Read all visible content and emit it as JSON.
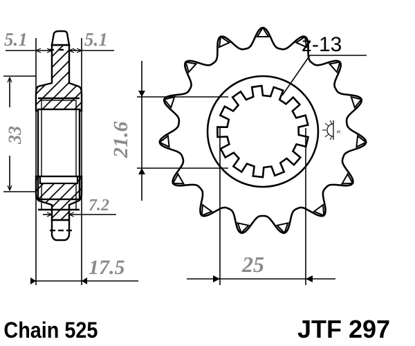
{
  "drawing": {
    "type": "sprocket technical drawing",
    "side_view": {
      "dim_left_width": "5.1",
      "dim_right_width": "5.1",
      "dim_hub_height": "33",
      "dim_tooth_width": "7.2",
      "dim_total_width": "17.5"
    },
    "front_view": {
      "teeth_label": "z-13",
      "outer_teeth_count": 15,
      "spline_teeth_count": 13,
      "dim_spline_diameter": "21.6",
      "dim_hub_diameter": "25"
    },
    "symbol": "surface-finish-icon"
  },
  "footer": {
    "chain_label": "Chain 525",
    "part_number": "JTF 297"
  },
  "colors": {
    "line": "#000000",
    "dimension_text": "#8a8a8a",
    "background": "#ffffff"
  }
}
